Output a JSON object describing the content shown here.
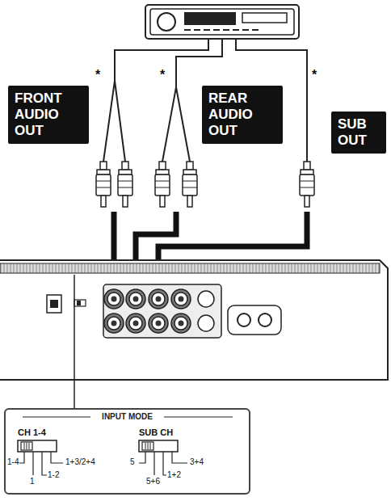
{
  "diagram": {
    "nodes": [
      {
        "text": [
          "FRONT AUDIO OUT"
        ]
      },
      {
        "text": [
          "REAR AUDIO OUT"
        ]
      },
      {
        "text": [
          "SUB OUT"
        ]
      },
      {
        "text": [
          "INPUT MODE"
        ]
      }
    ],
    "labels": [
      "*",
      "*",
      "*",
      "CH 1-4",
      "SUB CH",
      "1-4",
      "1",
      "1-2",
      "1+3/2+4",
      "5",
      "5+6",
      "1+2",
      "3+4"
    ]
  }
}
